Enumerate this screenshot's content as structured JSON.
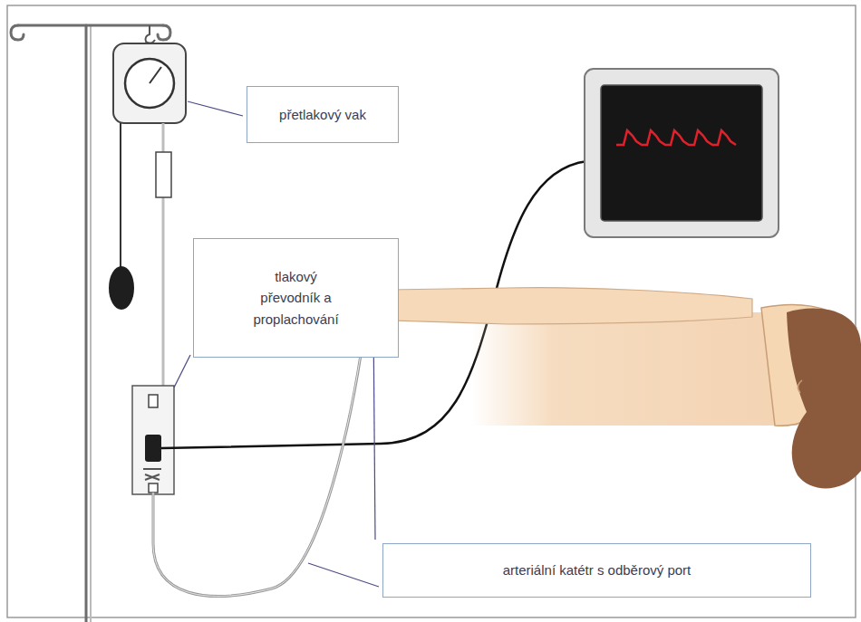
{
  "diagram": {
    "nodes": [
      {
        "text": [
          "přetlakový vak"
        ]
      },
      {
        "text": [
          "tlakový převodník a proplachování"
        ]
      },
      {
        "text": [
          "arteriální katétr s odběrový port"
        ]
      }
    ]
  }
}
